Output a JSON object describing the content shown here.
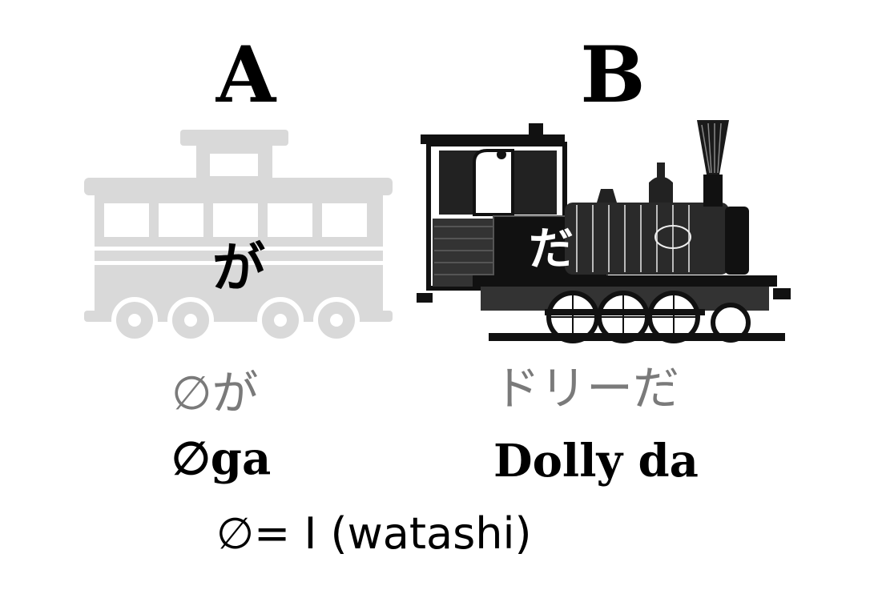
{
  "panel_a": {
    "label": "A",
    "car_particle": "が",
    "jp_text": "∅が",
    "romaji": "∅ga"
  },
  "panel_b": {
    "label": "B",
    "car_particle": "だ",
    "jp_text": "ドリーだ",
    "romaji": "Dolly da"
  },
  "footnote": "∅= I (watashi)",
  "colors": {
    "faded_car": "#d9d9d9",
    "gray_text": "#7a7a7a",
    "ink": "#000000"
  }
}
